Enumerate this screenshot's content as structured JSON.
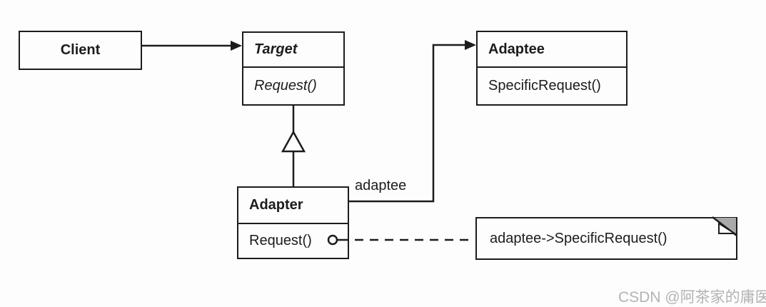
{
  "colors": {
    "line": "#1c1c1c",
    "box_background": "#fdfdfd",
    "note_fold_gray": "#a9a9a9",
    "watermark_gray": "#b3b3b3",
    "page_background": "#fdfdfd"
  },
  "classes": {
    "client": {
      "name": "Client"
    },
    "target": {
      "name": "Target",
      "methods": [
        "Request()"
      ]
    },
    "adaptee": {
      "name": "Adaptee",
      "methods": [
        "SpecificRequest()"
      ]
    },
    "adapter": {
      "name": "Adapter",
      "methods": [
        "Request()"
      ]
    }
  },
  "labels": {
    "association": "adaptee"
  },
  "note": {
    "text": "adaptee->SpecificRequest()"
  },
  "watermark": "CSDN @阿茶家的庸医"
}
